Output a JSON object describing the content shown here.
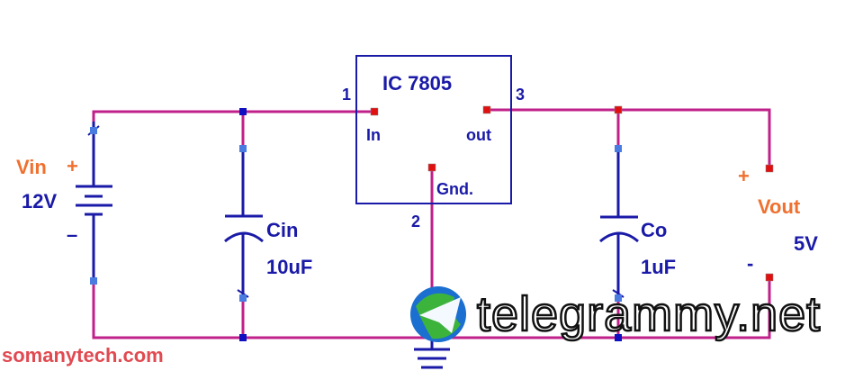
{
  "regulator": {
    "name": "IC 7805",
    "pin1": "1",
    "pin2": "2",
    "pin3": "3",
    "in": "In",
    "out": "out",
    "gnd": "Gnd."
  },
  "input": {
    "label": "Vin",
    "plus": "+",
    "voltage": "12V",
    "minus": "–"
  },
  "cin": {
    "name": "Cin",
    "value": "10uF"
  },
  "co": {
    "name": "Co",
    "value": "1uF"
  },
  "output": {
    "plus": "+",
    "label": "Vout",
    "voltage": "5V",
    "minus": "-"
  },
  "watermarks": {
    "site": "somanytech.com",
    "logo": "telegrammy.net"
  },
  "colors": {
    "wire": "#c0208a",
    "component": "#1a1aa8",
    "label": "#f07030"
  }
}
